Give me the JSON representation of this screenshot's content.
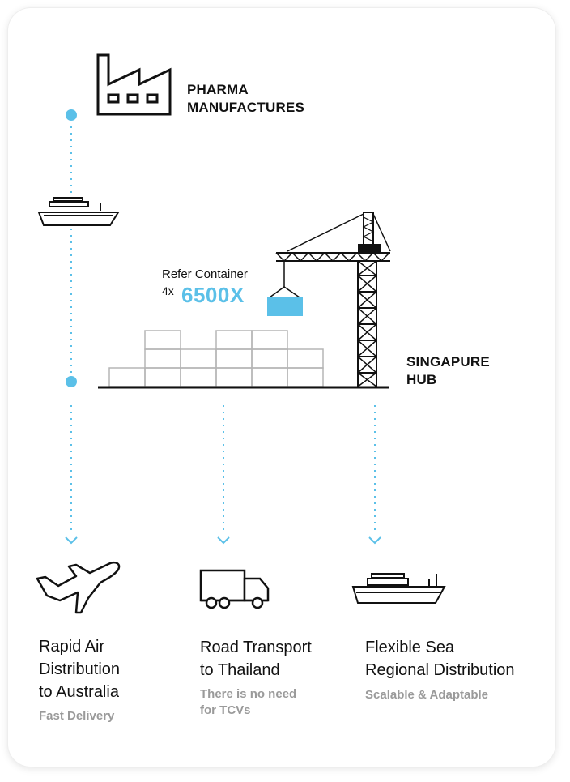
{
  "origin": {
    "title_line1": "PHARMA",
    "title_line2": "MANUFACTURES"
  },
  "hub": {
    "title_line1": "SINGAPURE",
    "title_line2": "HUB"
  },
  "container": {
    "label": "Refer Container",
    "quantity": "4x",
    "model": "6500X"
  },
  "destinations": [
    {
      "line1": "Rapid Air",
      "line2": "Distribution",
      "line3": "to Australia",
      "subtitle": "Fast Delivery"
    },
    {
      "line1": "Road Transport",
      "line2": "to Thailand",
      "subtitle_line1": "There is no need",
      "subtitle_line2": "for TCVs"
    },
    {
      "line1": "Flexible Sea",
      "line2": "Regional Distribution",
      "subtitle": "Scalable & Adaptable"
    }
  ],
  "colors": {
    "accent": "#5bc0e8",
    "text": "#111111",
    "muted": "#9a9a9a",
    "container_grid": "#b5b5b5"
  },
  "icons": [
    "factory-icon",
    "ship-icon",
    "crane-icon",
    "container-icon",
    "plane-icon",
    "truck-icon"
  ]
}
